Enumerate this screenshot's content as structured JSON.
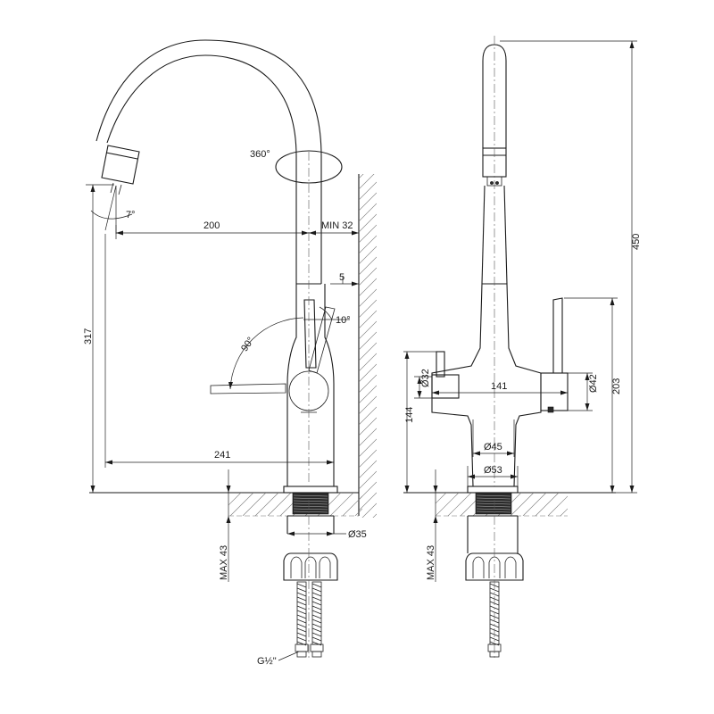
{
  "side_view": {
    "rotation": "360°",
    "spray_angle": "7°",
    "spout_reach": "200",
    "wall_min": "MIN 32",
    "lever_gap": "5",
    "lever_angle_small": "10°",
    "lever_angle_large": "90°",
    "height_to_outlet": "317",
    "base_to_outlet": "241",
    "shank_diameter": "Ø35",
    "max_counter": "MAX 43",
    "hose_thread": "G½\""
  },
  "front_view": {
    "total_height": "450",
    "handle_height": "203",
    "side_handle_height": "144",
    "left_handle_diameter": "Ø32",
    "right_handle_diameter": "Ø42",
    "body_width": "141",
    "body_diameter": "Ø45",
    "base_diameter": "Ø53",
    "max_counter": "MAX 43"
  }
}
